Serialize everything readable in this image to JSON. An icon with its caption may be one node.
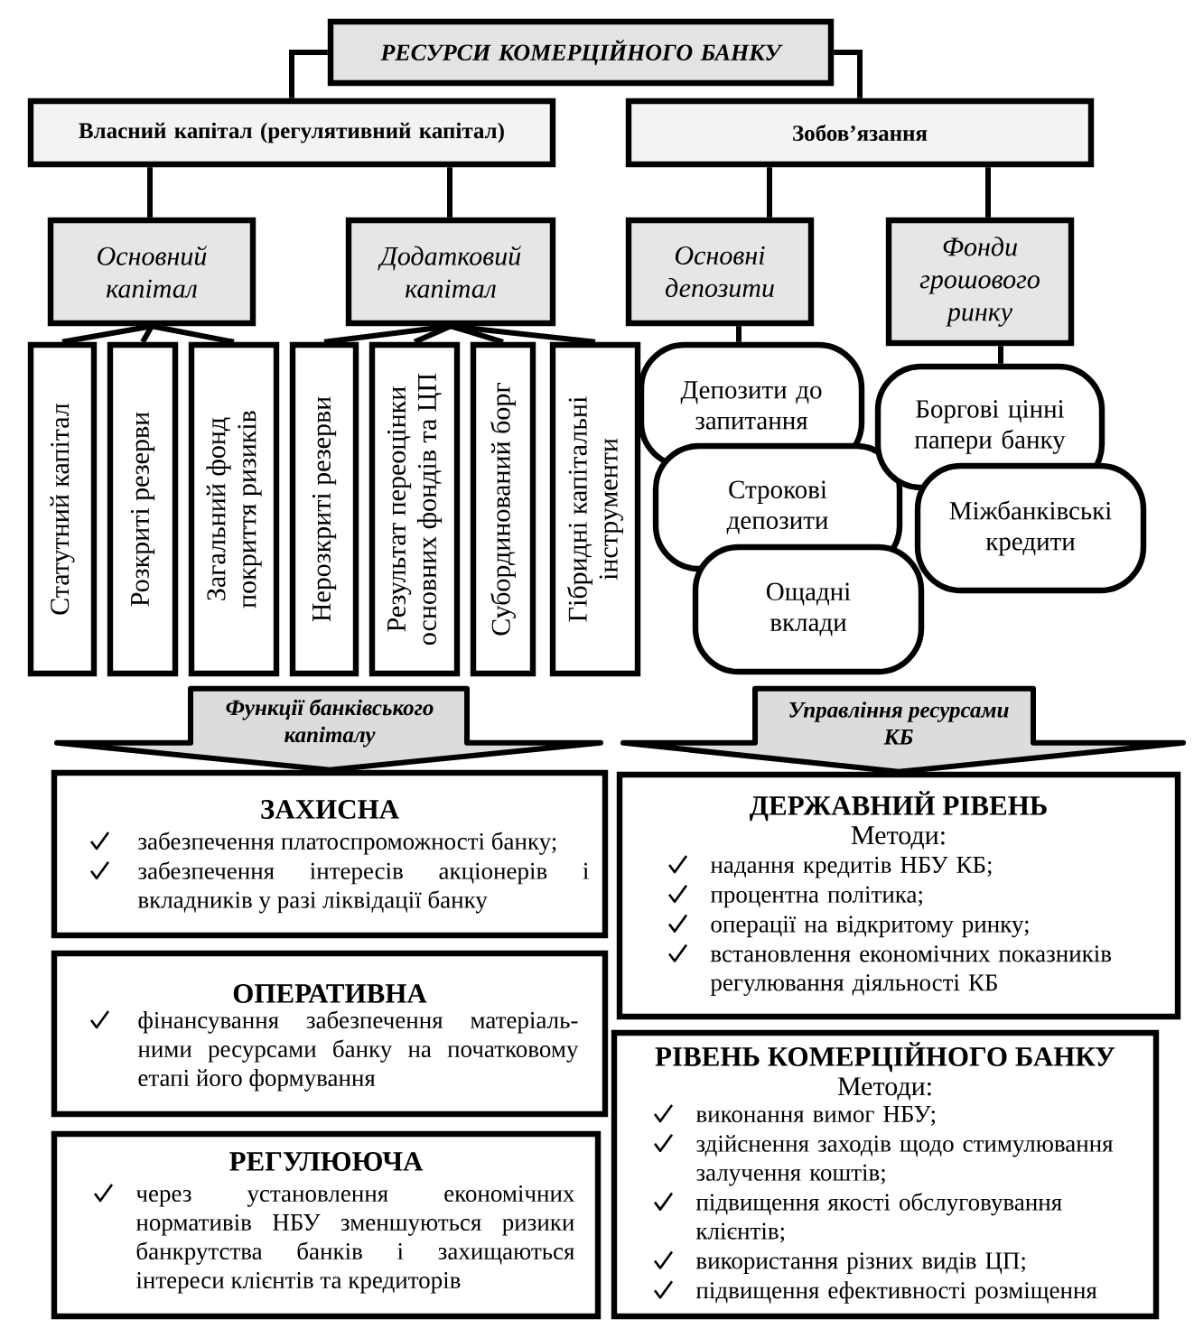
{
  "diagram": {
    "nodes": [
      {
        "text": [
          "РЕСУРСИ КОМЕРЦІЙНОГО БАНКУ"
        ]
      },
      {
        "text": [
          "Власний капітал (регулятивний капітал)"
        ]
      },
      {
        "text": [
          "Зобов’язання"
        ]
      },
      {
        "text": [
          "Основний капітал"
        ]
      },
      {
        "text": [
          "Додатковий капітал"
        ]
      },
      {
        "text": [
          "Основні депозити"
        ]
      },
      {
        "text": [
          "Фонди грошового ринку"
        ]
      },
      {
        "text": [
          "Статутний капітал"
        ]
      },
      {
        "text": [
          "Розкриті резерви"
        ]
      },
      {
        "text": [
          "Загальний фонд покриття ризиків"
        ]
      },
      {
        "text": [
          "Нерозкриті резерви"
        ]
      },
      {
        "text": [
          "Результат переоцінки основних фондів та ЦП"
        ]
      },
      {
        "text": [
          "Субординований борг"
        ]
      },
      {
        "text": [
          "Гібридні капітальні інструменти"
        ]
      },
      {
        "text": [
          "Депозити до запитання"
        ]
      },
      {
        "text": [
          "Строкові депозити"
        ]
      },
      {
        "text": [
          "Ощадні вклади"
        ]
      },
      {
        "text": [
          "Боргові цінні папери банку"
        ]
      },
      {
        "text": [
          "Міжбанківські кредити"
        ]
      },
      {
        "text": [
          "ЗАХИСНА",
          "забезпечення платоспроможності банку;",
          "забезпечення інтересів акціонерів і вкладників у разі ліквідації банку"
        ]
      },
      {
        "text": [
          "ОПЕРАТИВНА",
          "фінансування забезпечення матеріаль- ними ресурсами банку на початковому етапі його формування"
        ]
      },
      {
        "text": [
          "РЕГУЛЮЮЧА",
          "через установлення економічних нормативів НБУ зменшуються ризики банкрутства банків і захищаються інтереси клієнтів та кредиторів"
        ]
      },
      {
        "text": [
          "ДЕРЖАВНИЙ РІВЕНЬ",
          "Методи:",
          "надання кредитів НБУ КБ;",
          "процентна політика;",
          "операції на відкритому ринку;",
          "встановлення економічних показників регулювання діяльності КБ"
        ]
      },
      {
        "text": [
          "РІВЕНЬ КОМЕРЦІЙНОГО БАНКУ",
          "Методи:",
          "виконання вимог НБУ;",
          "здійснення заходів щодо стимулювання залучення коштів;",
          "підвищення якості обслуговування клієнтів;",
          "використання різних видів ЦП;",
          "підвищення ефективності розміщення"
        ]
      }
    ],
    "edges": [
      {
        "from": 0,
        "to": 1,
        "arrow": "none"
      },
      {
        "from": 0,
        "to": 2,
        "arrow": "none"
      },
      {
        "from": 1,
        "to": 3,
        "arrow": "none"
      },
      {
        "from": 1,
        "to": 4,
        "arrow": "none"
      },
      {
        "from": 2,
        "to": 5,
        "arrow": "none"
      },
      {
        "from": 2,
        "to": 6,
        "arrow": "none"
      },
      {
        "from": 3,
        "to": 7,
        "arrow": "none"
      },
      {
        "from": 3,
        "to": 8,
        "arrow": "none"
      },
      {
        "from": 3,
        "to": 9,
        "arrow": "none"
      },
      {
        "from": 4,
        "to": 10,
        "arrow": "none"
      },
      {
        "from": 4,
        "to": 11,
        "arrow": "none"
      },
      {
        "from": 4,
        "to": 12,
        "arrow": "none"
      },
      {
        "from": 4,
        "to": 13,
        "arrow": "none"
      },
      {
        "from": 5,
        "to": 14,
        "arrow": "none"
      },
      {
        "from": 6,
        "to": 17,
        "arrow": "none"
      },
      {
        "from": null,
        "to": 19,
        "arrow": "to",
        "label": "Функції банківського капіталу",
        "style": "thick"
      },
      {
        "from": null,
        "to": 22,
        "arrow": "to",
        "label": "Управління ресурсами КБ",
        "style": "thick"
      }
    ]
  }
}
